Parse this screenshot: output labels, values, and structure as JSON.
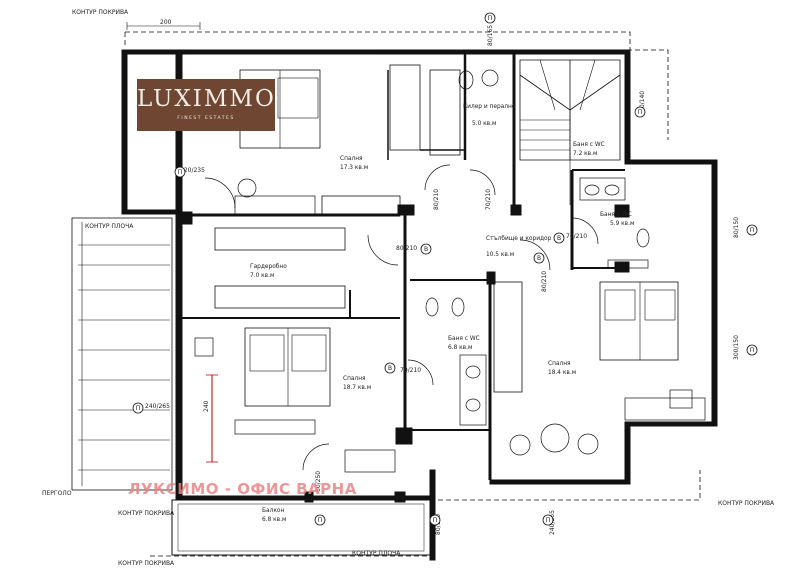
{
  "logo": {
    "main": "LUXIMMO",
    "sub": "FINEST ESTATES"
  },
  "watermark": "ЛУКСИМО - ОФИС ВАРНА",
  "rooms": [
    {
      "name": "Спалня",
      "area": "17.3 кв.м"
    },
    {
      "name": "Килер и перално",
      "area": "5.0 кв.м"
    },
    {
      "name": "Баня с WC",
      "area": "7.2 кв.м"
    },
    {
      "name": "Баня с WC",
      "area": "5.9 кв.м"
    },
    {
      "name": "Стълбище и коридор",
      "area": "10.5 кв.м"
    },
    {
      "name": "Гардеробно",
      "area": "7.0 кв.м"
    },
    {
      "name": "Баня с WC",
      "area": "6.8 кв.м"
    },
    {
      "name": "Спалня",
      "area": "18.7 кв.м"
    },
    {
      "name": "Спалня",
      "area": "18.4 кв.м"
    },
    {
      "name": "Балкон",
      "area": "6.8 кв.м"
    }
  ],
  "notes": {
    "kontur_pokriva": "КОНТУР ПОКРИВА",
    "kontur_pocha": "КОНТУР ПЛОЧА",
    "pergola": "ПЕРГОЛО"
  },
  "dims": {
    "d200": "200",
    "d240": "240",
    "door_80_210": "80/210",
    "door_70_210": "70/210",
    "w80_150": "80/150",
    "w80_140": "80/140",
    "w80_165": "80/165",
    "w300_150": "300/150",
    "w220_235": "220/235",
    "w240_265": "240/265",
    "w60_250": "60/250",
    "w240_265b": "240/265",
    "w80_150b": "80/150",
    "marker": "П",
    "door_a": "B"
  }
}
